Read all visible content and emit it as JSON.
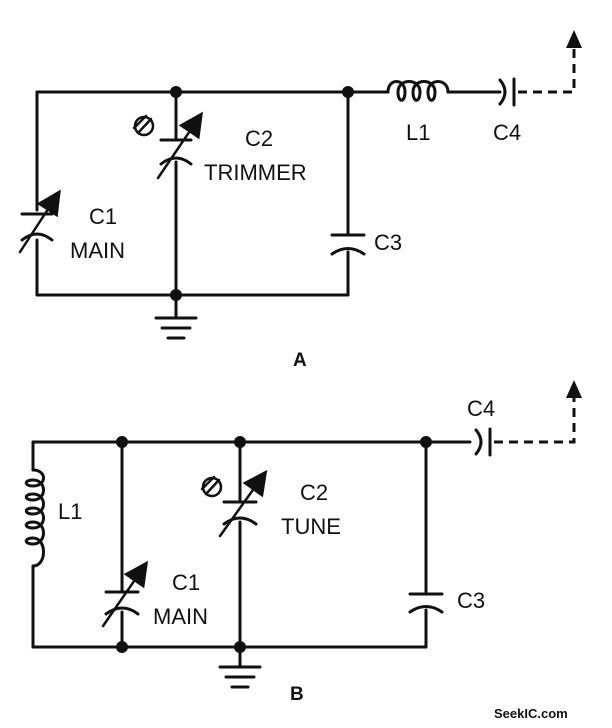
{
  "diagram_a": {
    "caption": "A",
    "labels": {
      "c1_ref": "C1",
      "c1_desc": "MAIN",
      "c2_ref": "C2",
      "c2_desc": "TRIMMER",
      "c3_ref": "C3",
      "c4_ref": "C4",
      "l1_ref": "L1"
    }
  },
  "diagram_b": {
    "caption": "B",
    "labels": {
      "c1_ref": "C1",
      "c1_desc": "MAIN",
      "c2_ref": "C2",
      "c2_desc": "TUNE",
      "c3_ref": "C3",
      "c4_ref": "C4",
      "l1_ref": "L1"
    }
  },
  "watermark": "SeekIC.com"
}
